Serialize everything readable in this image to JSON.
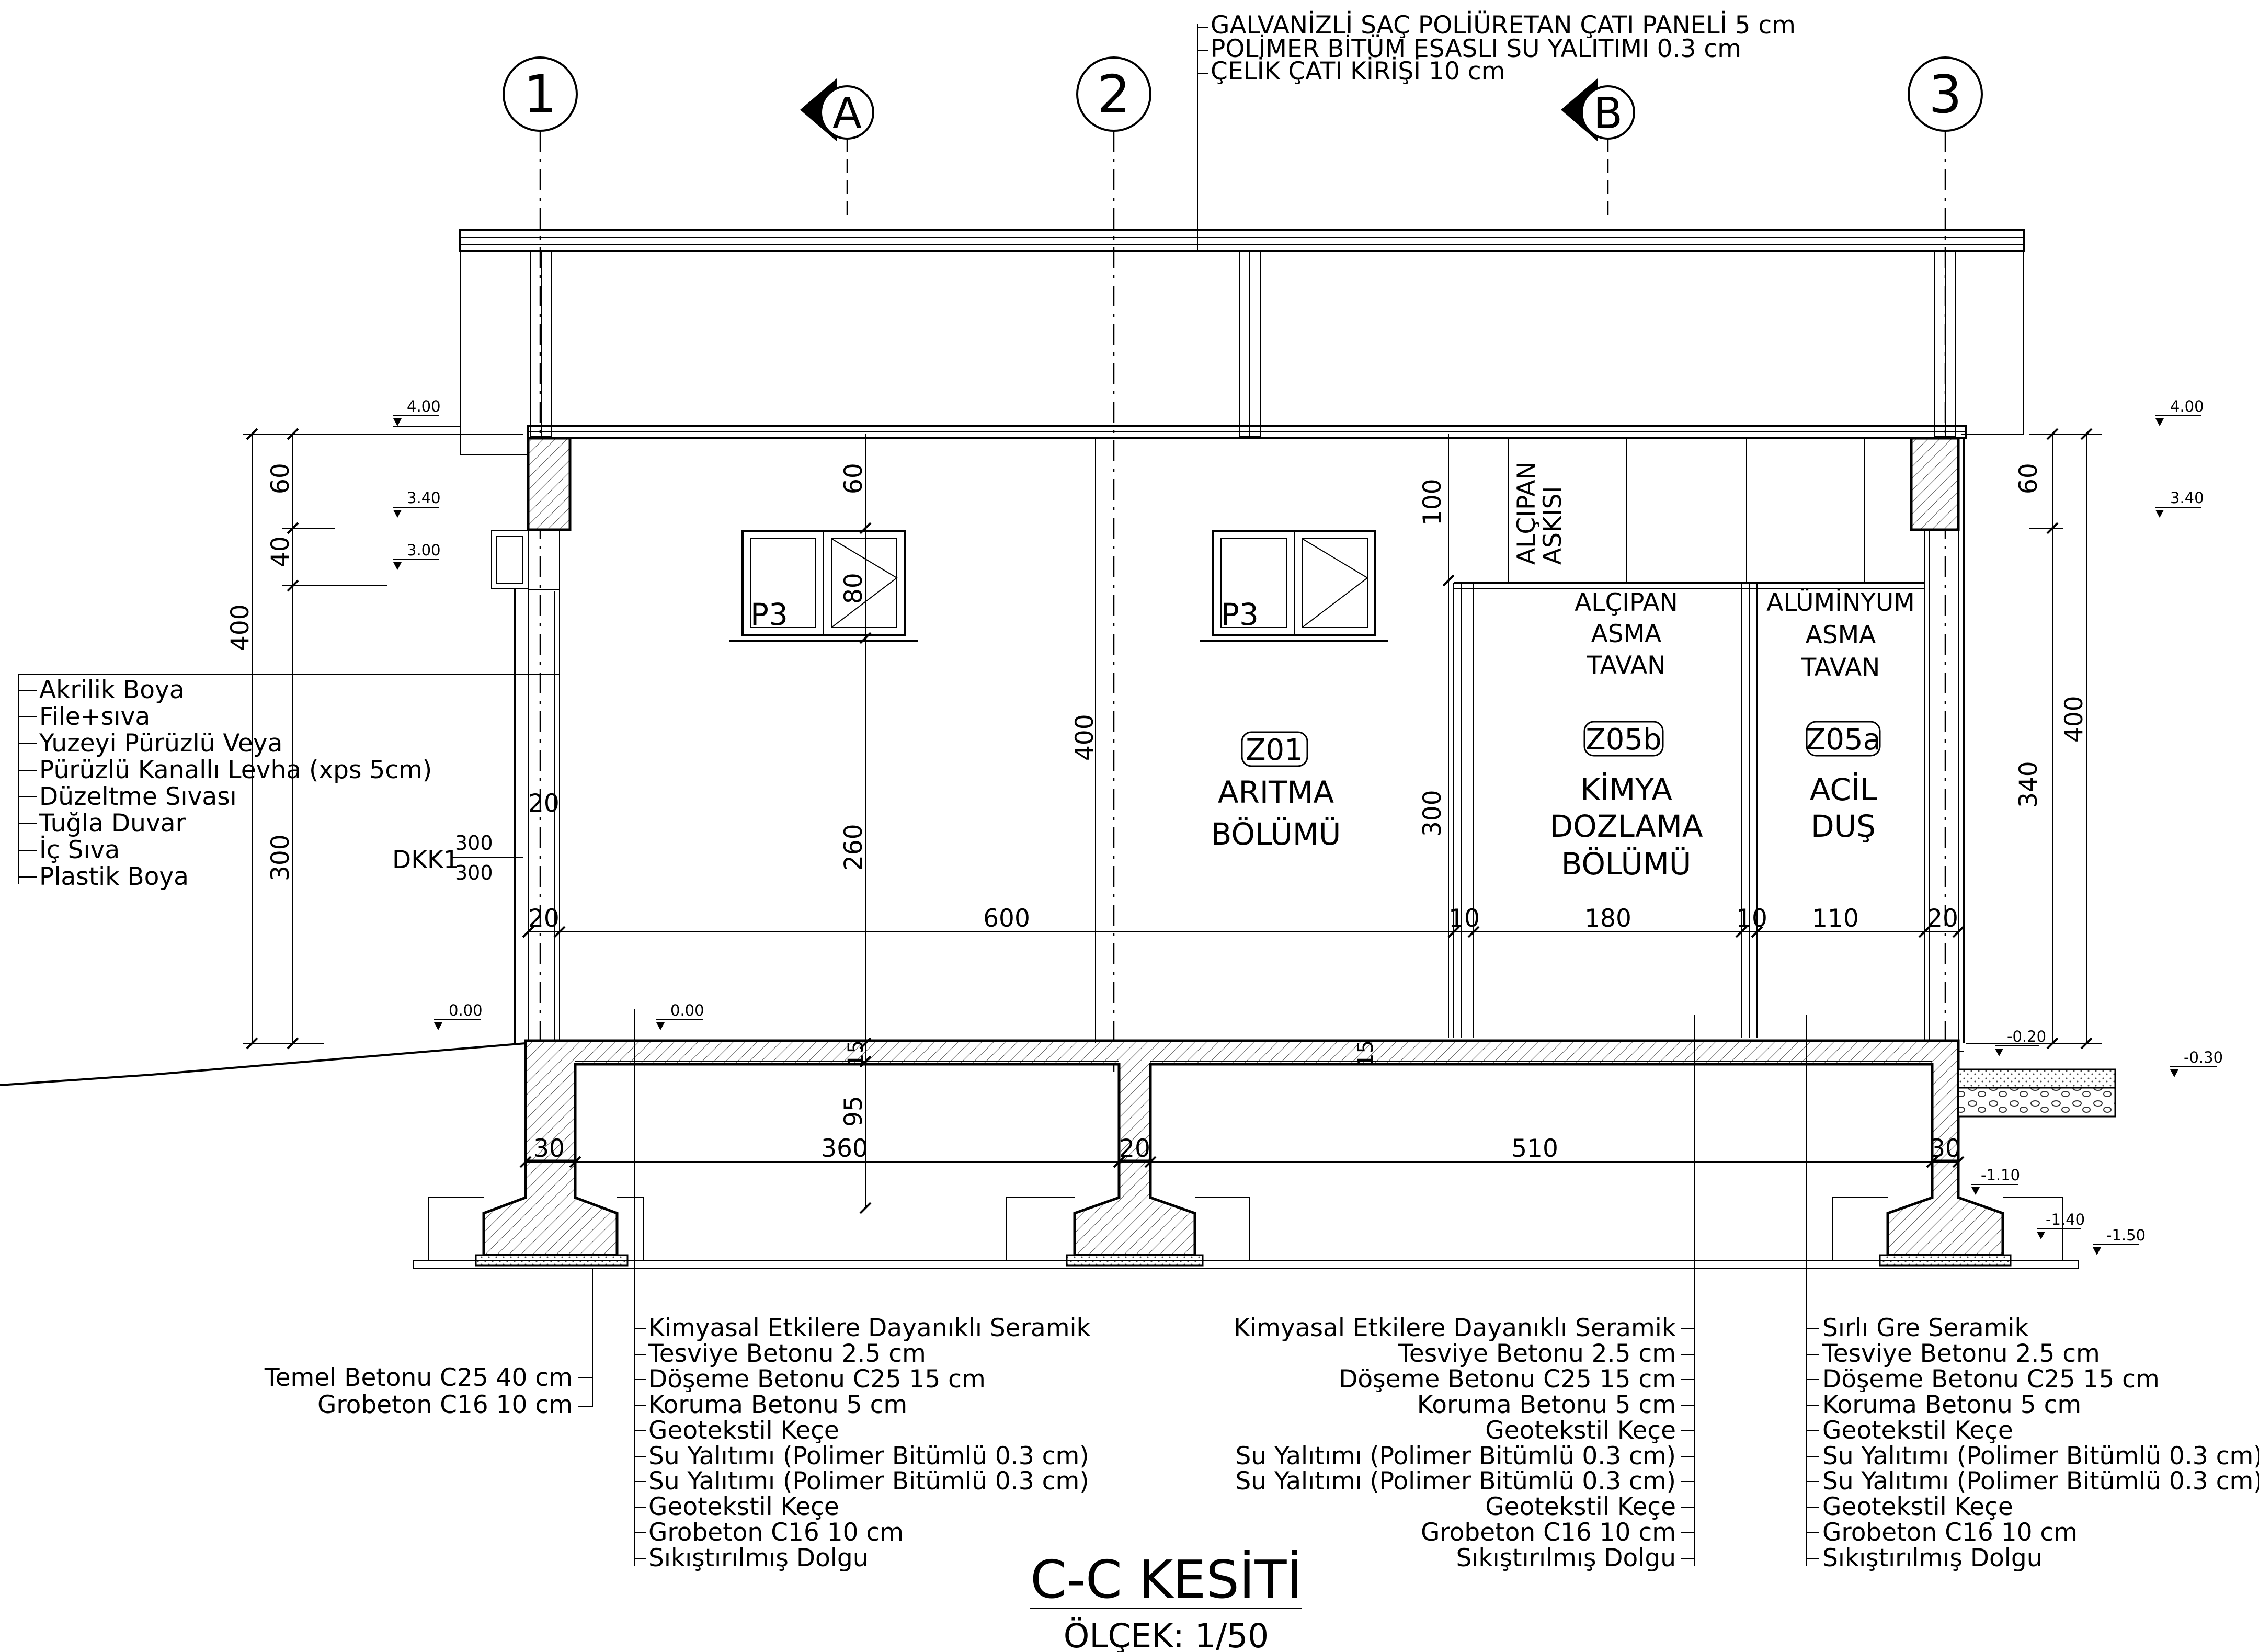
{
  "title": "C-C KESİTİ",
  "scale": "ÖLÇEK: 1/50",
  "grid_axes": [
    "1",
    "2",
    "3"
  ],
  "section_markers": [
    "A",
    "B"
  ],
  "roof_layers": [
    "GALVANİZLİ SAÇ POLİÜRETAN ÇATI PANELİ 5 cm",
    "POLİMER BİTÜM ESASLI SU YALITIMI 0.3 cm",
    "ÇELİK ÇATI KİRİŞİ 10 cm"
  ],
  "wall_layers": [
    "Akrilik Boya",
    "File+sıva",
    "Yuzeyi Pürüzlü Veya",
    "Pürüzlü Kanallı Levha (xps 5cm)",
    "Düzeltme Sıvası",
    "Tuğla Duvar",
    "İç Sıva",
    "Plastik Boya"
  ],
  "rooms": [
    {
      "code": "Z01",
      "line1": "ARITMA",
      "line2": "BÖLÜMÜ",
      "line3": ""
    },
    {
      "code": "Z05b",
      "line1": "KİMYA",
      "line2": "DOZLAMA",
      "line3": "BÖLÜMÜ"
    },
    {
      "code": "Z05a",
      "line1": "ACİL",
      "line2": "DUŞ",
      "line3": ""
    }
  ],
  "ceilings": [
    {
      "line1": "ALÇIPAN",
      "line2": "ASMA",
      "line3": "TAVAN"
    },
    {
      "line1": "ALÜMİNYUM",
      "line2": "ASMA",
      "line3": "TAVAN"
    }
  ],
  "hanger": {
    "line1": "ALÇIPAN",
    "line2": "ASKISI"
  },
  "windows": [
    "P3",
    "P3"
  ],
  "door": {
    "code": "DKK1",
    "width": "300",
    "height": "300"
  },
  "levels": [
    "4.00",
    "3.40",
    "3.00",
    "0.00",
    "0.00",
    "4.00",
    "3.40",
    "-0.20",
    "-0.30",
    "-1.10",
    "-1.40",
    "-1.50"
  ],
  "dimensions": {
    "left_outer": [
      "60",
      "40",
      "300"
    ],
    "left_total": "400",
    "right_outer": [
      "60",
      "340"
    ],
    "right_total": "400",
    "interior_vertical": [
      "60",
      "80",
      "260",
      "400",
      "100",
      "300",
      "95",
      "15",
      "15"
    ],
    "horizontal_upper": [
      "20",
      "20",
      "600",
      "10",
      "180",
      "10",
      "110",
      "20"
    ],
    "horizontal_lower": [
      "30",
      "360",
      "20",
      "510",
      "30"
    ]
  },
  "foundation_layers": [
    "Temel Betonu C25 40 cm",
    "Grobeton C16 10 cm"
  ],
  "floor_layers_1": [
    "Kimyasal Etkilere Dayanıklı Seramik",
    "Tesviye Betonu 2.5 cm",
    "Döşeme Betonu C25 15 cm",
    "Koruma Betonu 5 cm",
    "Geotekstil Keçe",
    "Su Yalıtımı (Polimer Bitümlü 0.3 cm)",
    "Su Yalıtımı (Polimer Bitümlü 0.3 cm)",
    "Geotekstil Keçe",
    "Grobeton C16 10 cm",
    "Sıkıştırılmış Dolgu"
  ],
  "floor_layers_2": [
    "Kimyasal Etkilere Dayanıklı Seramik",
    "Tesviye Betonu 2.5 cm",
    "Döşeme Betonu C25 15 cm",
    "Koruma Betonu 5 cm",
    "Geotekstil Keçe",
    "Su Yalıtımı (Polimer Bitümlü 0.3 cm)",
    "Su Yalıtımı (Polimer Bitümlü 0.3 cm)",
    "Geotekstil Keçe",
    "Grobeton C16 10 cm",
    "Sıkıştırılmış Dolgu"
  ],
  "floor_layers_3": [
    "Sırlı Gre Seramik",
    "Tesviye Betonu 2.5 cm",
    "Döşeme Betonu C25 15 cm",
    "Koruma Betonu 5 cm",
    "Geotekstil Keçe",
    "Su Yalıtımı (Polimer Bitümlü 0.3 cm)",
    "Su Yalıtımı (Polimer Bitümlü 0.3 cm)",
    "Geotekstil Keçe",
    "Grobeton C16 10 cm",
    "Sıkıştırılmış Dolgu"
  ]
}
